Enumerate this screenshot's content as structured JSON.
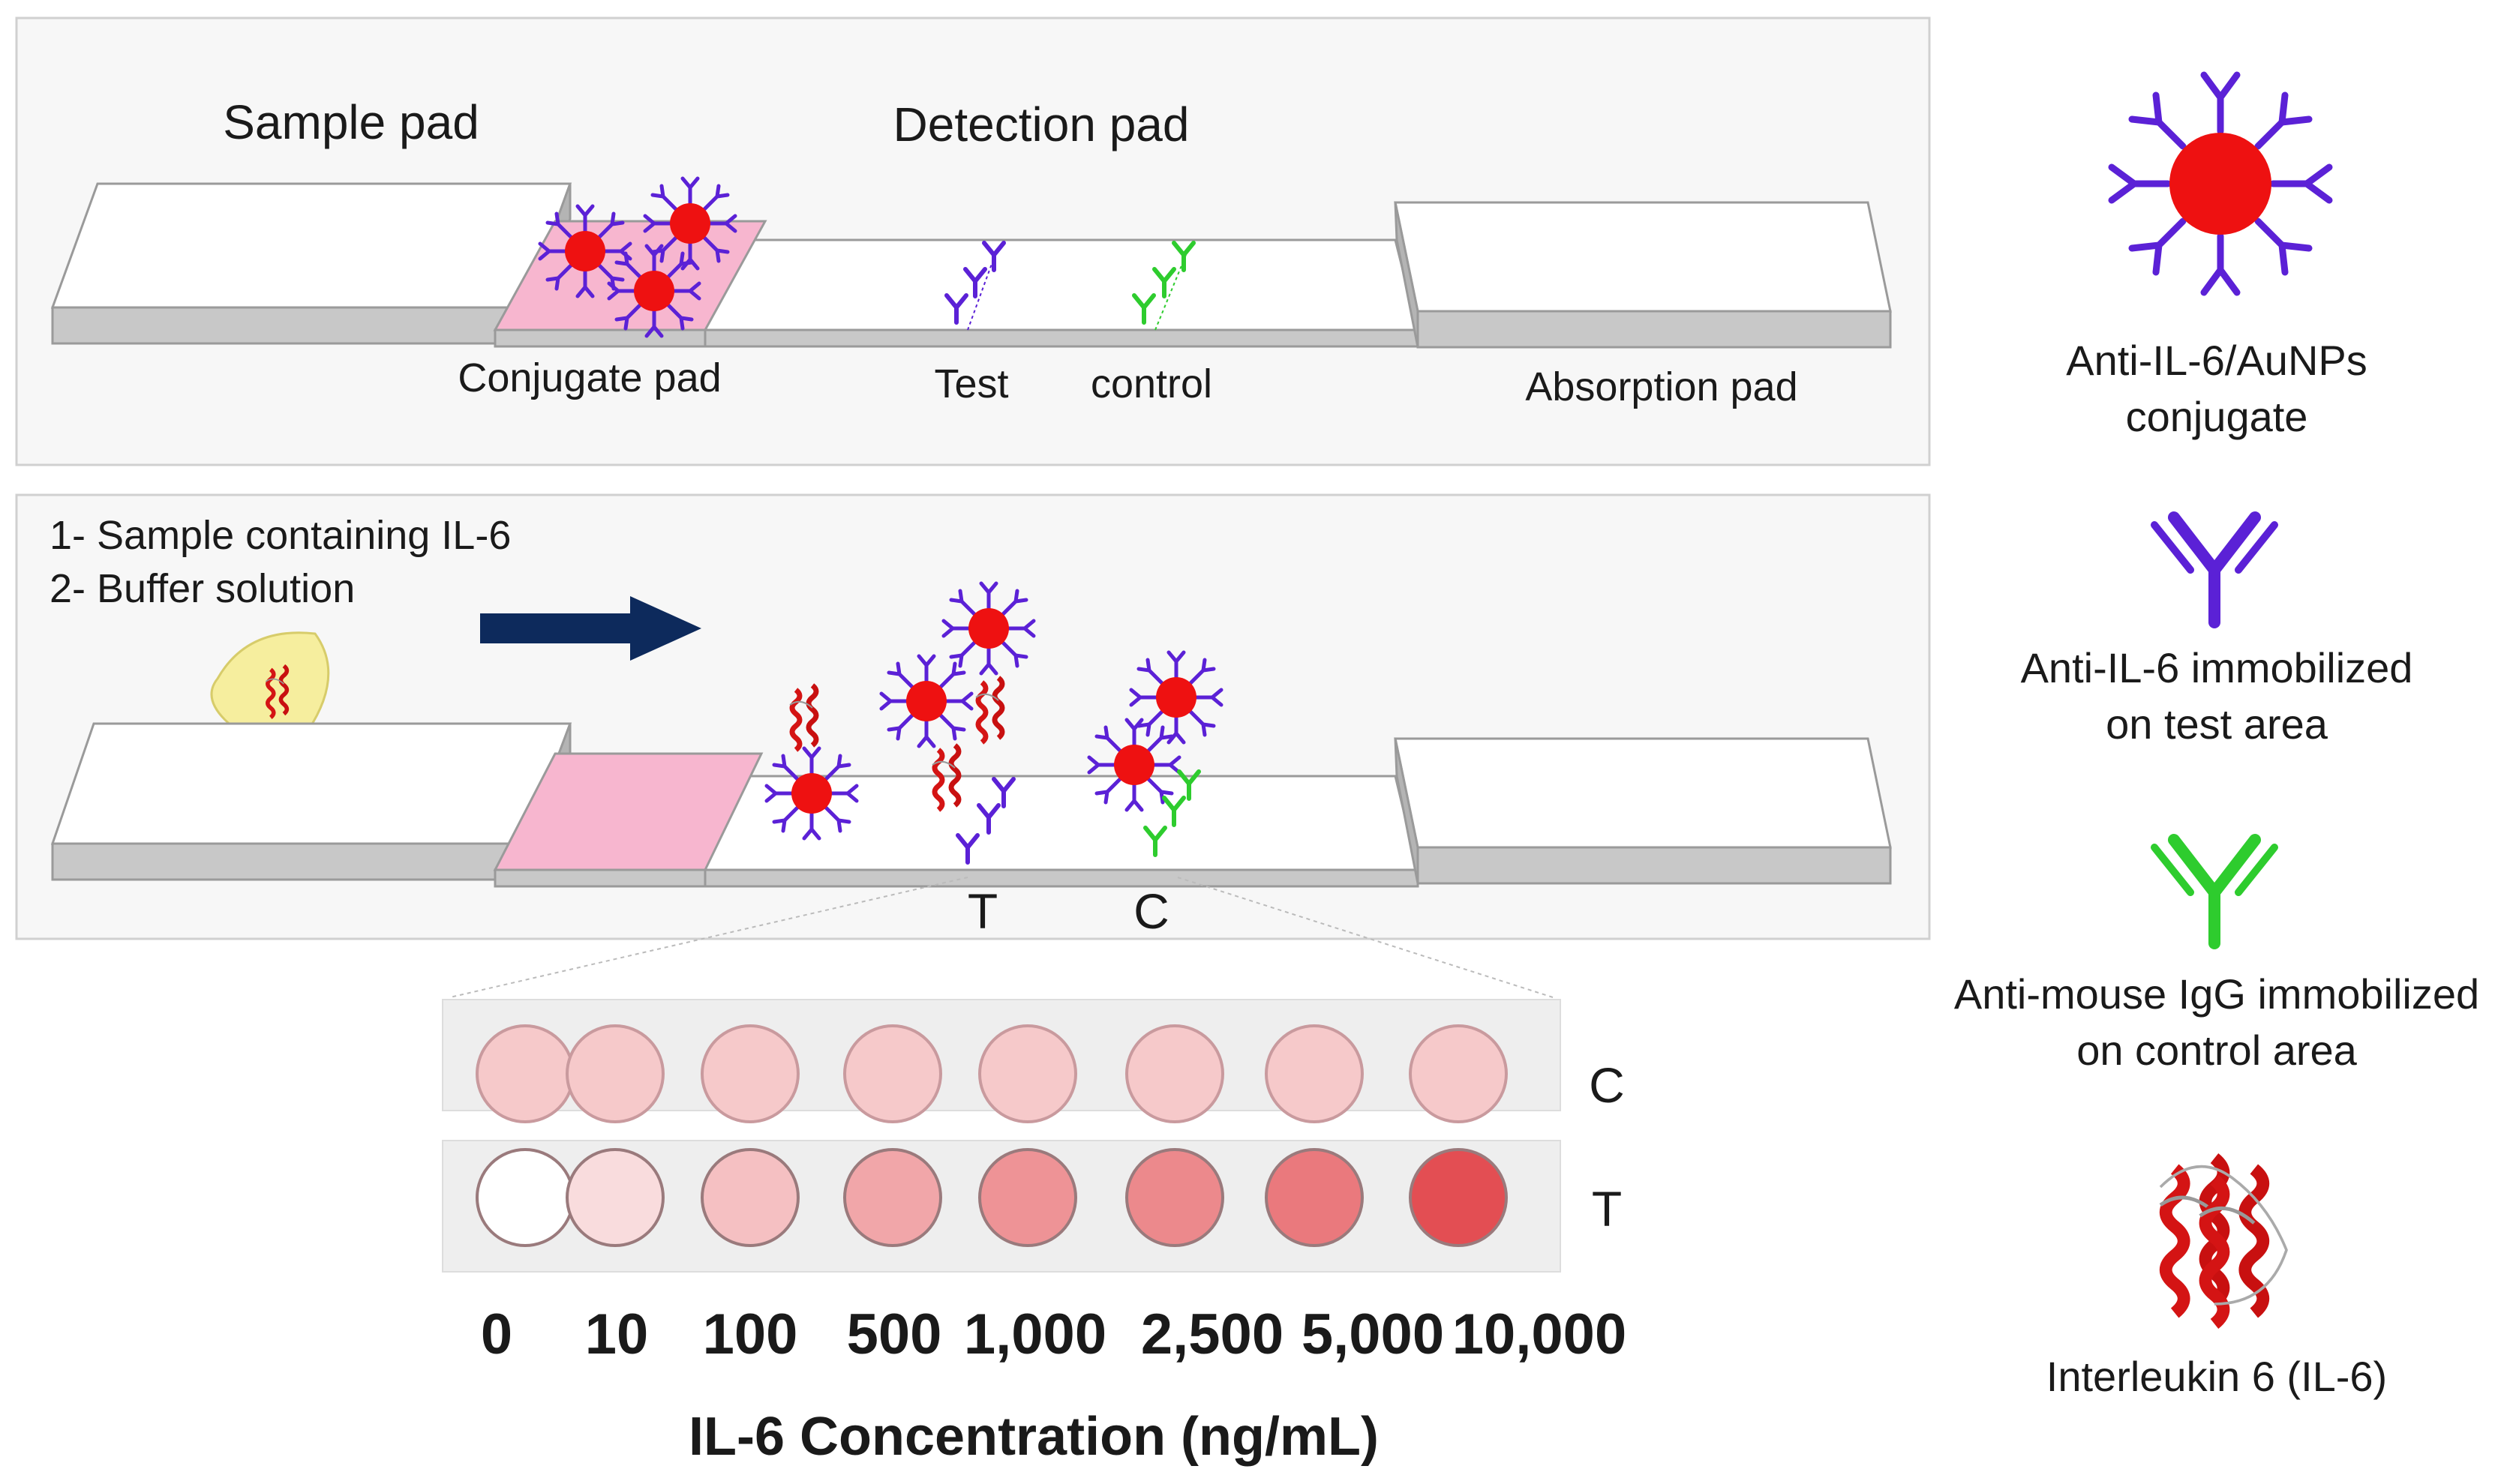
{
  "panel1": {
    "sample_pad": "Sample pad",
    "detection_pad": "Detection pad",
    "conjugate_pad": "Conjugate pad",
    "test": "Test",
    "control": "control",
    "absorption_pad": "Absorption pad"
  },
  "panel2": {
    "step1": "1- Sample containing IL-6",
    "step2": "2- Buffer solution",
    "t_label": "T",
    "c_label": "C"
  },
  "results": {
    "row_c_label": "C",
    "row_t_label": "T",
    "concentrations": [
      "0",
      "10",
      "100",
      "500",
      "1,000",
      "2,500",
      "5,000",
      "10,000"
    ],
    "c_intensity": [
      0.5,
      0.5,
      0.5,
      0.5,
      0.5,
      0.5,
      0.5,
      0.5
    ],
    "t_intensity": [
      0.0,
      0.18,
      0.32,
      0.45,
      0.55,
      0.6,
      0.68,
      0.9
    ],
    "axis_label": "IL-6 Concentration (ng/mL)"
  },
  "legend": {
    "conjugate_line1": "Anti-IL-6/AuNPs",
    "conjugate_line2": "conjugate",
    "anti_il6_line1": "Anti-IL-6 immobilized",
    "anti_il6_line2": "on test area",
    "anti_mouse_line1": "Anti-mouse IgG immobilized",
    "anti_mouse_line2": "on control area",
    "il6_label": "Interleukin 6 (IL-6)"
  },
  "colors": {
    "antibody_purple": "#5b21d6",
    "antibody_green": "#2ecc2e",
    "gold_np_red": "#ee1111",
    "conjugate_pink": "#f7b6cf",
    "arrow_navy": "#0d2a5c"
  }
}
